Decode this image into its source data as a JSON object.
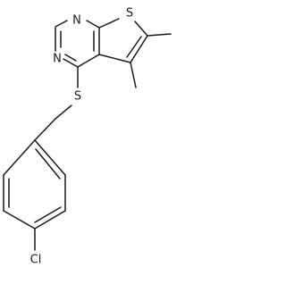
{
  "structure": {
    "atoms": {
      "n1": "N",
      "n3": "N",
      "s_ring": "S",
      "s_link": "S",
      "cl": "Cl"
    }
  }
}
